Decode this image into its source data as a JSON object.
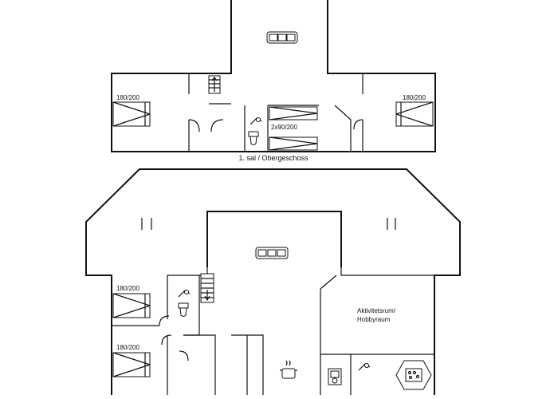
{
  "upper_floor": {
    "caption": "1. sal / Obergeschoss",
    "bed_left": "180/200",
    "bed_right": "180/200",
    "bunk": "2x90/200"
  },
  "ground_floor": {
    "bed_top": "180/200",
    "bed_bottom": "180/200",
    "activity_room_line1": "Aktivitetsrum/",
    "activity_room_line2": "Hobbyraum"
  },
  "icons": [
    "sofa-icon",
    "stairs-icon",
    "toilet-icon",
    "bed-icon",
    "stove-icon",
    "sauna-icon",
    "washing-machine-icon",
    "shower-icon"
  ]
}
